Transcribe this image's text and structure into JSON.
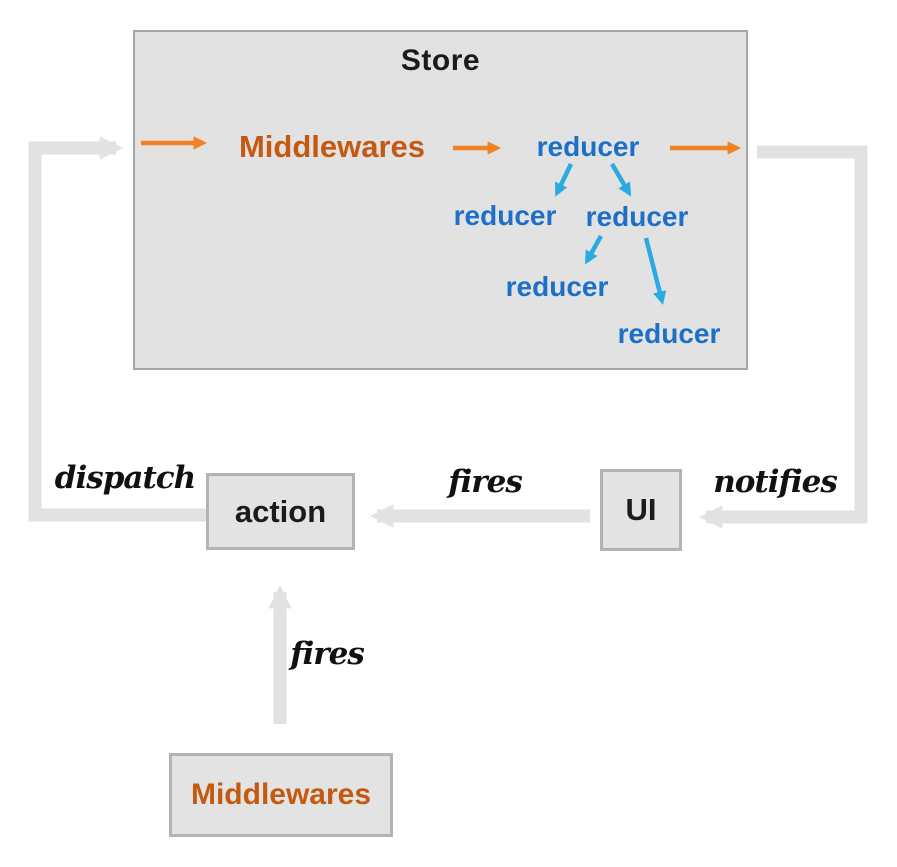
{
  "store": {
    "label": "Store",
    "middlewares_label": "Middlewares",
    "reducers": [
      "reducer",
      "reducer",
      "reducer",
      "reducer",
      "reducer"
    ]
  },
  "boxes": {
    "action": "action",
    "ui": "UI",
    "middlewares": "Middlewares"
  },
  "arrow_labels": {
    "dispatch": "dispatch",
    "fires_ui_to_action": "fires",
    "notifies": "notifies",
    "fires_middlewares_to_action": "fires"
  },
  "colors": {
    "flow_gray": "#e2e2e2",
    "box_fill": "#e3e3e3",
    "box_border": "#b3b3b3",
    "store_fill": "#e2e2e2",
    "store_border": "#a6a6a6",
    "orange_arrow": "#f28122",
    "middlewares_text": "#c45a12",
    "reducer_text": "#1c70c8",
    "cyan_arrow": "#29abe2",
    "text_dark": "#1b1b1b"
  }
}
